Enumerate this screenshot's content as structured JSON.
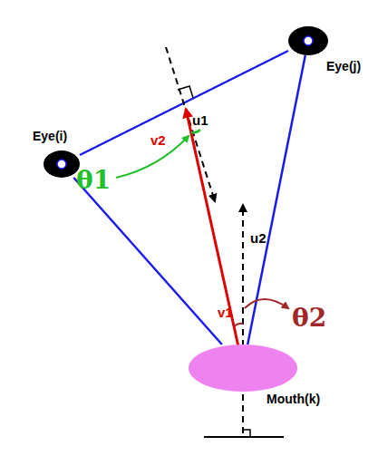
{
  "diagram": {
    "nodes": [
      {
        "text": [
          "Eye(i)"
        ]
      },
      {
        "text": [
          "Eye(j)"
        ]
      },
      {
        "text": [
          "Mouth(k)"
        ]
      }
    ],
    "edges": [
      {
        "from": 0,
        "to": 1,
        "arrow": "none"
      },
      {
        "from": 0,
        "to": 2,
        "arrow": "none"
      },
      {
        "from": 1,
        "to": 2,
        "arrow": "none"
      }
    ],
    "labels": [
      "u1",
      "v2",
      "θ1",
      "u2",
      "v1",
      "θ2"
    ]
  }
}
